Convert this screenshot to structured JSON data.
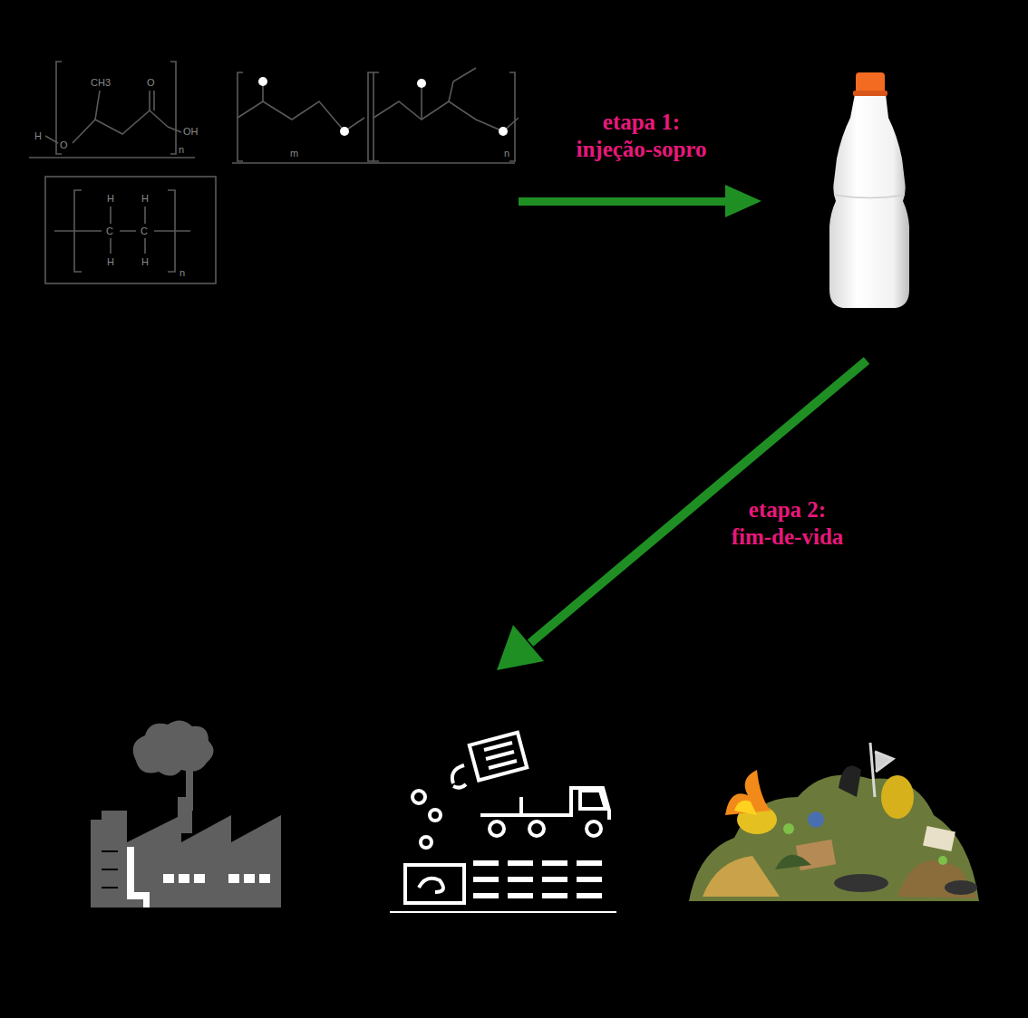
{
  "diagram": {
    "labels": [
      "H",
      "O",
      "CH3",
      "O",
      "OH",
      "n",
      "m",
      "n",
      "H",
      "H",
      "C",
      "C",
      "H",
      "H",
      "n",
      "etapa 1: injeção-sopro",
      "etapa 2: fim-de-vida"
    ]
  }
}
